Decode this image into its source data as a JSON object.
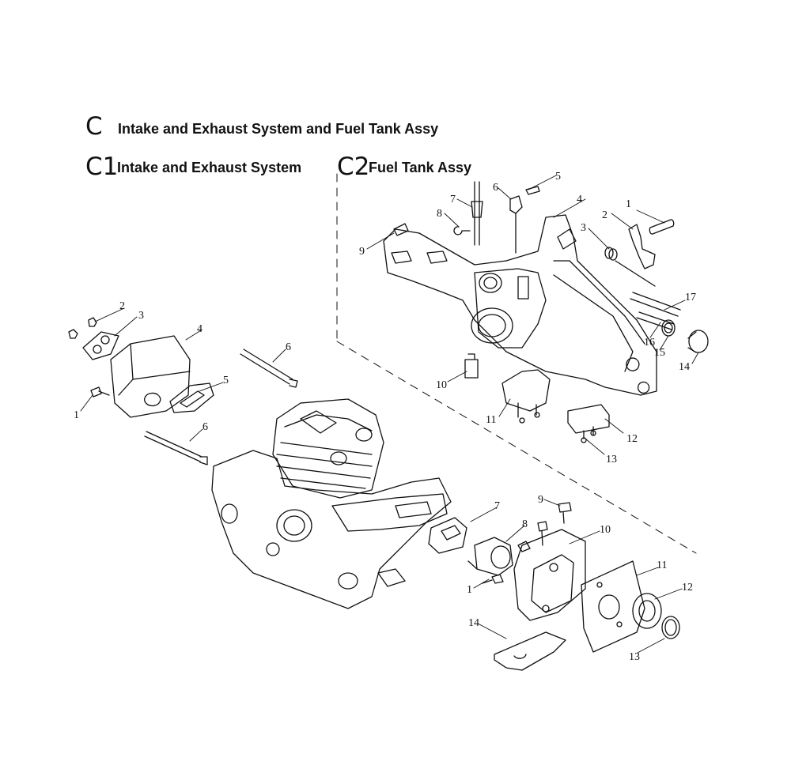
{
  "header": {
    "main_letter": "C",
    "main_title": "Intake and Exhaust System and Fuel Tank Assy",
    "sec1_letter": "C1",
    "sec1_title": "Intake and Exhaust System",
    "sec2_letter": "C2",
    "sec2_title": "Fuel Tank Assy"
  },
  "callouts": {
    "tank": [
      "1",
      "2",
      "3",
      "4",
      "5",
      "6",
      "7",
      "8",
      "9",
      "10",
      "11",
      "12",
      "13",
      "14",
      "15",
      "16",
      "17"
    ],
    "exhaust": [
      "1",
      "2",
      "3",
      "4",
      "5",
      "6",
      "6"
    ],
    "intake": [
      "1",
      "7",
      "8",
      "9",
      "10",
      "11",
      "12",
      "13",
      "14"
    ]
  }
}
